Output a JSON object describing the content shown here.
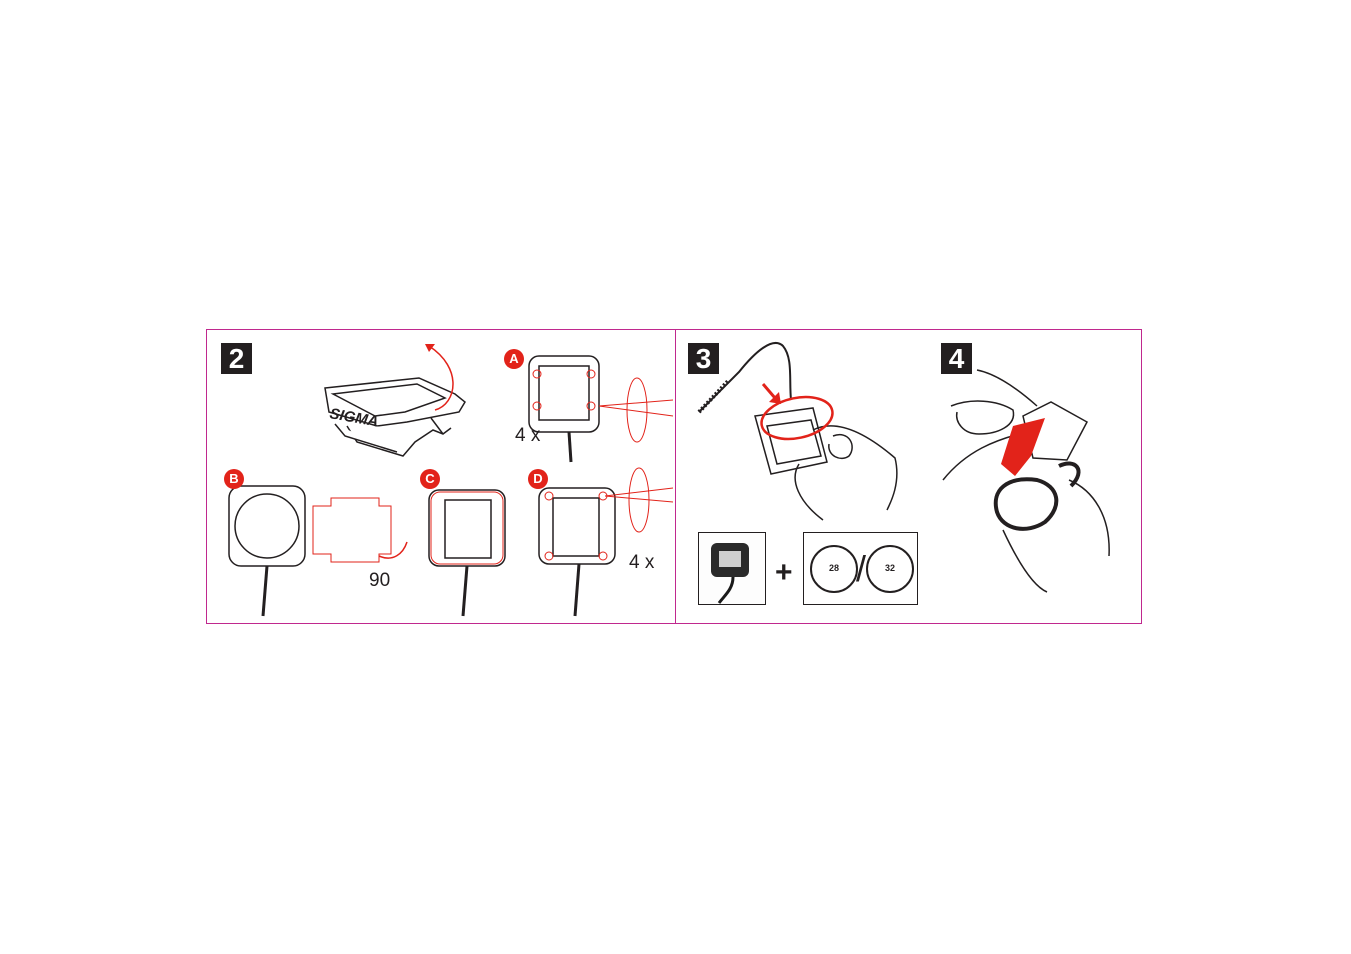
{
  "steps": {
    "step2": "2",
    "step3": "3",
    "step4": "4"
  },
  "substeps": {
    "a": "A",
    "b": "B",
    "c": "C",
    "d": "D"
  },
  "labels": {
    "repeat_a": "4 x",
    "repeat_d": "4 x",
    "rotate": "90",
    "brand": "SIGMA",
    "ring_small": "28",
    "ring_large": "32",
    "slash": "/",
    "plus": "+"
  },
  "colors": {
    "frame": "#c0288e",
    "accent": "#e2231a",
    "ink": "#231f20"
  }
}
